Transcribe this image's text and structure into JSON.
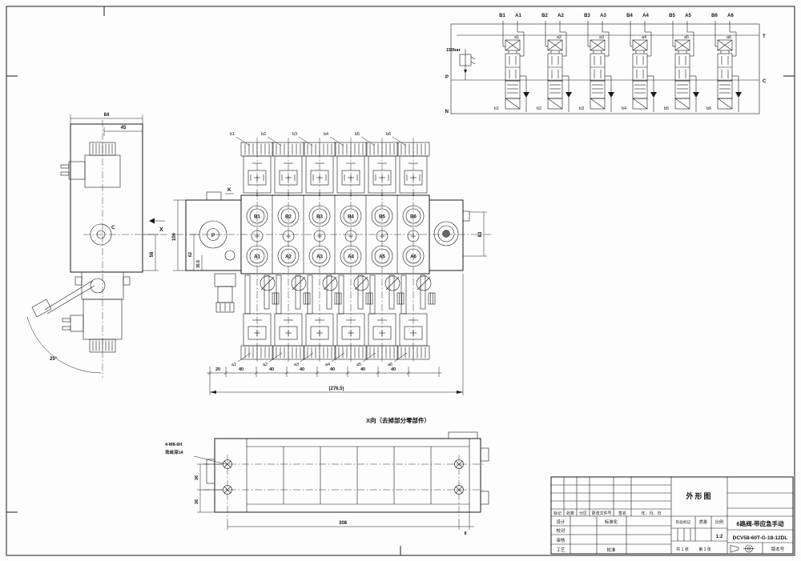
{
  "schematic": {
    "ports_b": [
      "B1",
      "B2",
      "B3",
      "B4",
      "B5",
      "B6"
    ],
    "ports_a": [
      "A1",
      "A2",
      "A3",
      "A4",
      "A5",
      "A6"
    ],
    "sol_top": [
      "a1",
      "a2",
      "a3",
      "a4",
      "a5",
      "a6"
    ],
    "sol_bottom": [
      "b1",
      "b2",
      "b3",
      "b4",
      "b5",
      "b6"
    ],
    "relief_pressure": "150bar",
    "port_p": "P",
    "port_n": "N",
    "port_t": "T",
    "port_c": "C"
  },
  "side_view": {
    "dim_width": "84",
    "dim_sub_width": "45",
    "dim_height": "58",
    "label_circle": "C",
    "label_view": "X",
    "dim_angle": "25°"
  },
  "front_view": {
    "coil_top": [
      "b1",
      "b2",
      "b3",
      "b4",
      "b5",
      "b6"
    ],
    "coil_bottom": [
      "a1",
      "a2",
      "a3",
      "a4",
      "a5",
      "a6"
    ],
    "ports_top": [
      "B1",
      "B2",
      "B3",
      "B4",
      "B5",
      "B6"
    ],
    "ports_bottom": [
      "A1",
      "A2",
      "A3",
      "A4",
      "A5",
      "A6"
    ],
    "port_inlet": "P",
    "label_section": "K",
    "dim_height": "106",
    "dim_mid": "62",
    "dim_low": "35.5",
    "dim_right": "83",
    "dim_chain": [
      "20",
      "40",
      "40",
      "40",
      "40",
      "40",
      "40"
    ],
    "dim_overall": "(276.5)"
  },
  "plan_view": {
    "title": "X向（去掉部分零部件）",
    "note_line1": "4-M8-6H",
    "note_line2": "攻丝深14",
    "dim_left_top": "36",
    "dim_left_bottom": "36",
    "dim_width": "308",
    "dim_right": "8"
  },
  "title_block": {
    "view_name": "外形图",
    "product_name": "6路阀-带应急手动",
    "drawing_number": "DCV58-60T-G-18-12DL",
    "headers": [
      "标记",
      "处数",
      "分区",
      "更改文件号",
      "签名",
      "年、月、日"
    ],
    "row_design": "设计",
    "row_proof": "校对",
    "row_review": "审核",
    "row_process": "工艺",
    "row_standard": "标准化",
    "row_approve": "批准",
    "stage_label": "阶段标记",
    "mass_label": "质量",
    "scale_label": "比例",
    "scale_value": "1:2",
    "sheet_total": "共 1 张",
    "sheet_index": "第 1 张",
    "version_label": "版本号"
  }
}
